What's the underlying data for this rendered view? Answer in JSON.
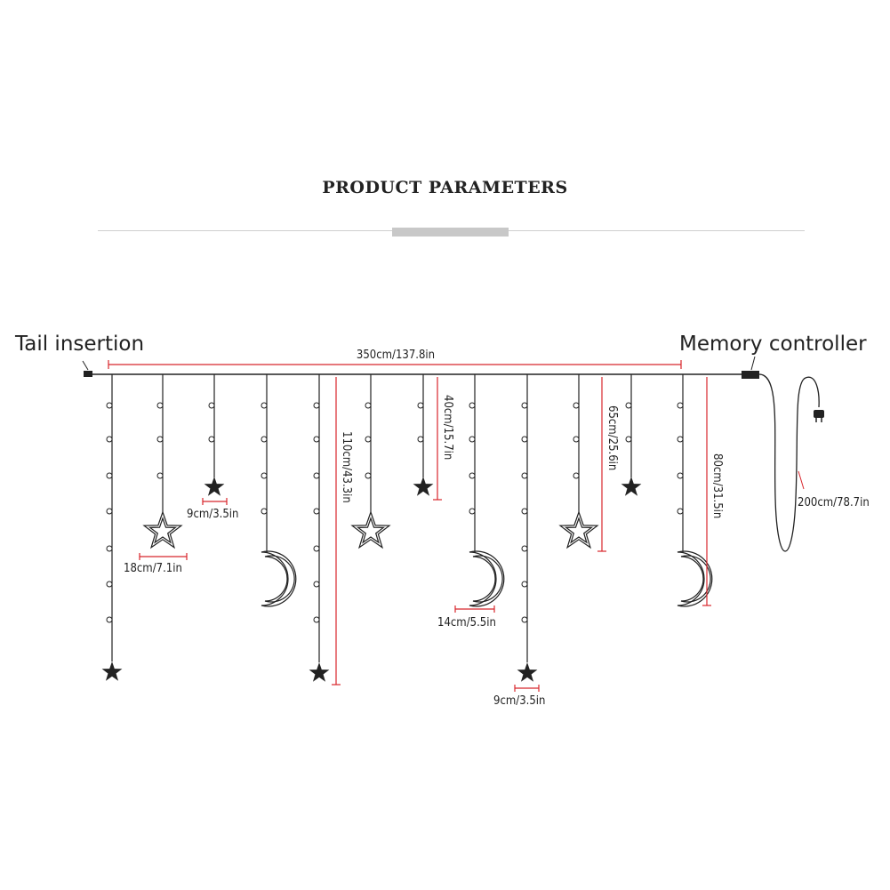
{
  "title": "PRODUCT PARAMETERS",
  "labels": {
    "tail_insertion": "Tail insertion",
    "memory_controller": "Memory controller"
  },
  "dimensions": {
    "width": "350cm/137.8in",
    "drop_110": "110cm/43.3in",
    "drop_40": "40cm/15.7in",
    "drop_65": "65cm/25.6in",
    "drop_80": "80cm/31.5in",
    "cable": "200cm/78.7in",
    "star_small_a": "9cm/3.5in",
    "star_large": "18cm/7.1in",
    "moon": "14cm/5.5in",
    "star_small_b": "9cm/3.5in"
  },
  "colors": {
    "line": "#222222",
    "dimension": "#d8262c"
  },
  "icons": [
    "star-icon",
    "star-outline-icon",
    "moon-outline-icon",
    "plug-icon"
  ]
}
